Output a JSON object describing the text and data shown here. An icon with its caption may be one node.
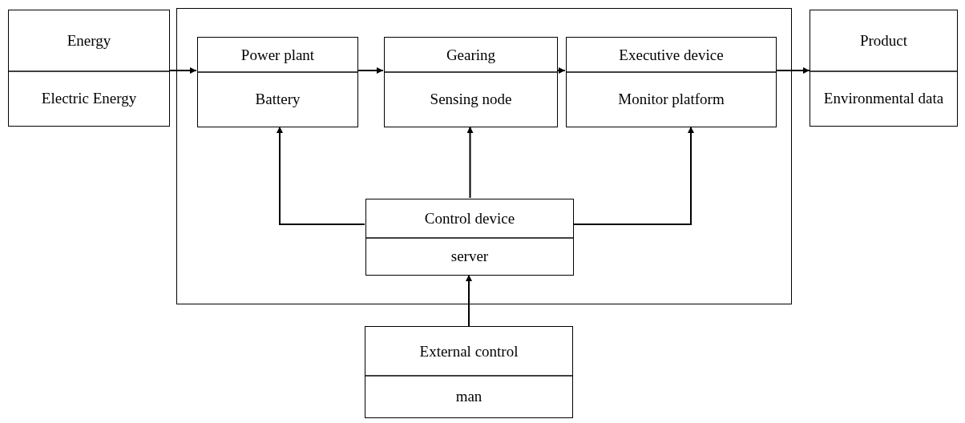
{
  "diagram": {
    "nodes": [
      {
        "text": [
          "Energy",
          "Electric Energy"
        ]
      },
      {
        "text": [],
        "shape": "box"
      },
      {
        "text": [
          "Power plant",
          "Battery"
        ],
        "in": 1
      },
      {
        "text": [
          "Gearing",
          "Sensing node"
        ],
        "in": 1
      },
      {
        "text": [
          "Executive device",
          "Monitor platform"
        ],
        "in": 1
      },
      {
        "text": [
          "Product",
          "Environmental data"
        ]
      },
      {
        "text": [
          "Control device",
          "server"
        ],
        "in": 1
      },
      {
        "text": [
          "External control",
          "man"
        ]
      }
    ],
    "edges": [
      {
        "from": 0,
        "to": 2,
        "arrow": "to"
      },
      {
        "from": 2,
        "to": 3,
        "arrow": "to"
      },
      {
        "from": 3,
        "to": 4,
        "arrow": "to"
      },
      {
        "from": 4,
        "to": 5,
        "arrow": "to"
      },
      {
        "from": 6,
        "to": 2,
        "arrow": "to"
      },
      {
        "from": 6,
        "to": 3,
        "arrow": "to"
      },
      {
        "from": 6,
        "to": 4,
        "arrow": "to"
      },
      {
        "from": 7,
        "to": 6,
        "arrow": "to"
      }
    ]
  }
}
